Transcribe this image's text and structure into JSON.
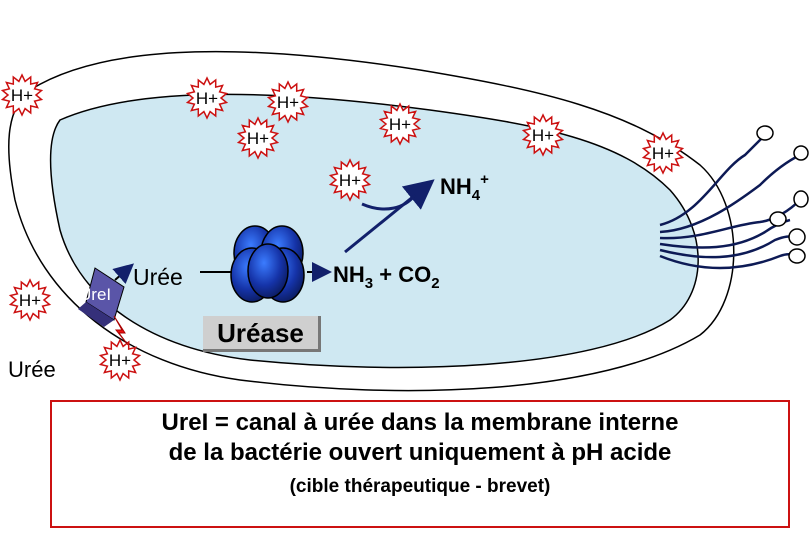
{
  "protons": [
    {
      "label": "H+"
    },
    {
      "label": "H+"
    },
    {
      "label": "H+"
    },
    {
      "label": "H+"
    },
    {
      "label": "H+"
    },
    {
      "label": "H+"
    },
    {
      "label": "H+"
    },
    {
      "label": "H+"
    },
    {
      "label": "H+"
    },
    {
      "label": "H+"
    }
  ],
  "labels": {
    "nh4": "NH4+",
    "nh3_co2": "NH3 + CO2",
    "uree_inside": "Urée",
    "uree_outside": "Urée",
    "urel": "UreI",
    "urease": "Uréase"
  },
  "caption": {
    "line1": "UreI = canal à urée dans la membrane interne",
    "line2": "de la bactérie ouvert uniquement à pH acide",
    "line3": "(cible thérapeutique - brevet)"
  },
  "colors": {
    "cytoplasm": "#cfe8f2",
    "arrow": "#12206b",
    "enzyme": "#1a3ca8",
    "urel_channel": "#5a55a8",
    "star_border": "#cc1111",
    "caption_border": "#cc1111"
  }
}
